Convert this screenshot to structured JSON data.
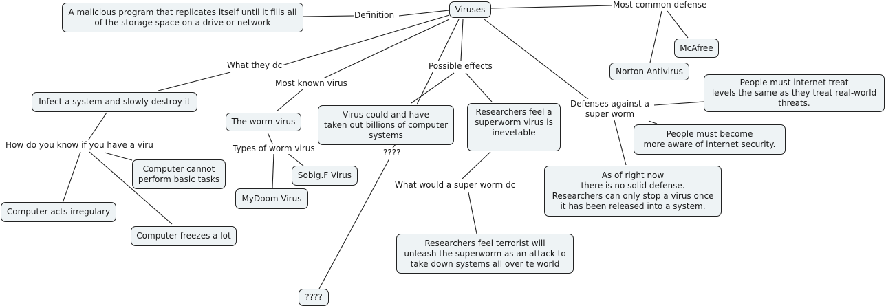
{
  "map": {
    "root": "Viruses",
    "definition_link": "Definition",
    "definition": "A malicious program that replicates itself until it fills all\nof the storage space on a drive or network",
    "most_common_defense_link": "Most common defense",
    "defenses": [
      "McAfree",
      "Norton Antivirus"
    ],
    "what_they_do_link": "What they dc",
    "what_they_do": "Infect a system and slowly destroy it",
    "how_know_link": "How do you know if you have a viru",
    "symptoms": [
      "Computer cannot\nperform basic tasks",
      "Computer acts irregulary",
      "Computer freezes a lot"
    ],
    "most_known_link": "Most known virus",
    "worm": "The worm virus",
    "types_link": "Types of worm virus",
    "worm_types": [
      "Sobig.F Virus",
      "MyDoom Virus"
    ],
    "possible_effects_link": "Possible effects",
    "effect_billions": "Virus could and have\ntaken out billions of computer\nsystems",
    "effect_superworm": "Researchers feel a\nsuperworm virus is\ninevetable",
    "unknown_link": "????",
    "unknown_node": "????",
    "what_would_link": "What would a super worm dc",
    "terrorist": "Researchers feel terrorist will\nunleash the superworm as an attack to\ntake down systems all over te world",
    "defenses_against_link": "Defenses against a\nsuper worm",
    "defense_treat": "People must internet treat\nlevels the same as they treat real-world\nthreats.",
    "defense_aware": "People must become\nmore aware of internet security.",
    "defense_none": "As of right now\nthere is no solid defense.\nResearchers can only stop a virus once\nit has been released into a system."
  }
}
